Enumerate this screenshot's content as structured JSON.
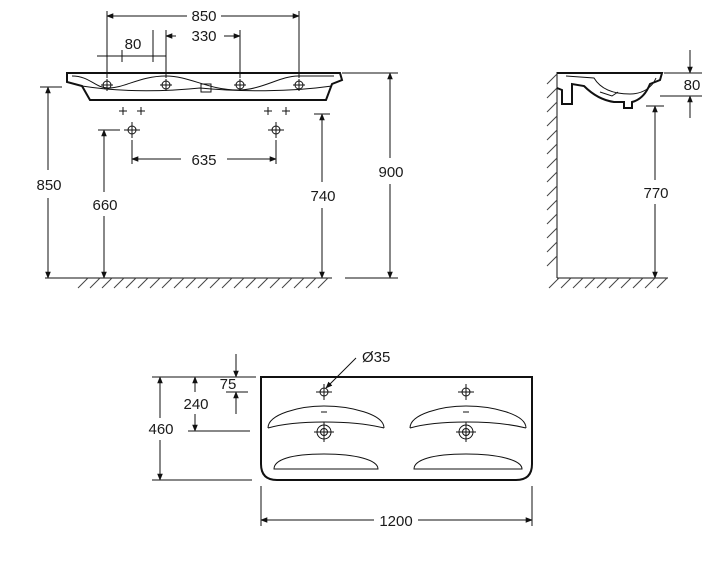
{
  "drawing": {
    "dimensions": {
      "front_overall_width": "850",
      "front_tap_offset": "80",
      "front_bowl_spacing": "330",
      "front_total_height": "850",
      "front_waste_height": "660",
      "front_drain_spacing": "635",
      "front_rim_height": "740",
      "front_top_height": "900",
      "side_depth": "80",
      "side_height": "770",
      "plan_tap_hole_diameter": "Ø35",
      "plan_tap_offset": "75",
      "plan_waste_offset": "240",
      "plan_depth": "460",
      "plan_width": "1200"
    }
  }
}
